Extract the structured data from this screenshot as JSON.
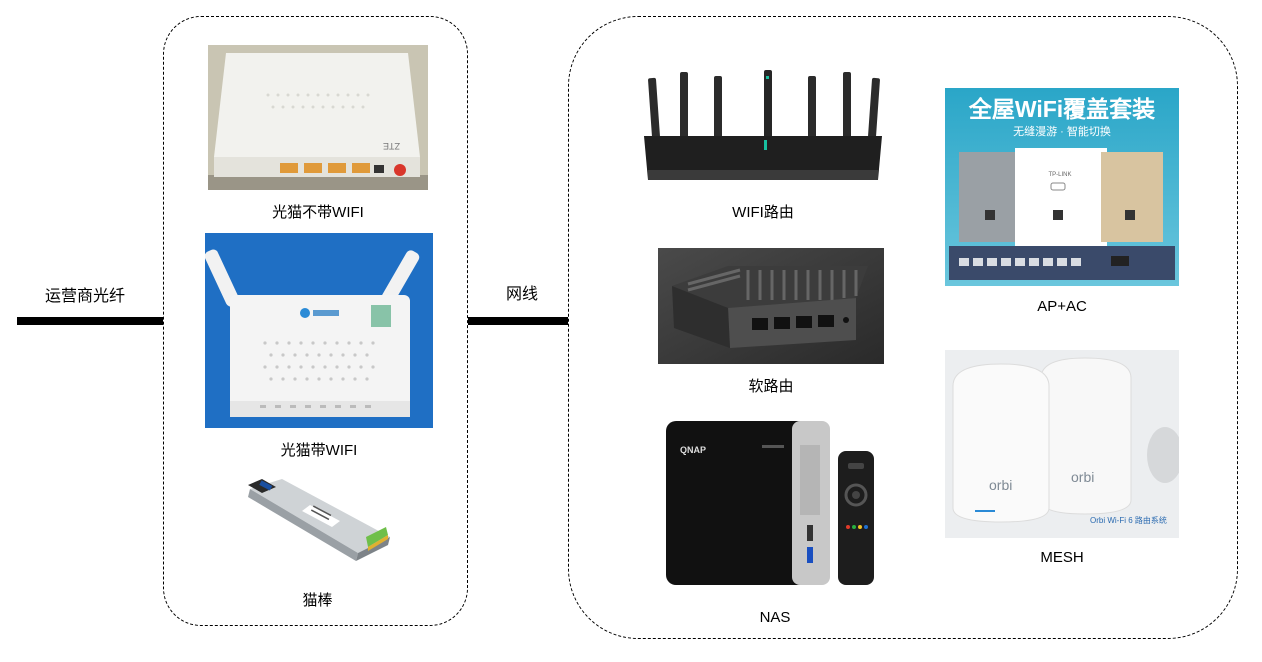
{
  "left_labels": {
    "fiber": "运营商光纤",
    "cable": "网线"
  },
  "modem_group": {
    "items": [
      {
        "label": "光猫不带WIFI",
        "icon": "onu-modem-image",
        "brand": "ZTE"
      },
      {
        "label": "光猫带WIFI",
        "icon": "onu-wifi-modem-image"
      },
      {
        "label": "猫棒",
        "icon": "sfp-stick-image"
      }
    ]
  },
  "router_group": {
    "items": [
      {
        "label": "WIFI路由",
        "icon": "wifi-router-image"
      },
      {
        "label": "软路由",
        "icon": "soft-router-image"
      },
      {
        "label": "NAS",
        "icon": "nas-image",
        "brand": "QNAP"
      },
      {
        "label": "AP+AC",
        "icon": "ap-ac-kit-image"
      },
      {
        "label": "MESH",
        "icon": "mesh-image",
        "brand": "orbi"
      }
    ],
    "ap_banner": {
      "title": "全屋WiFi覆盖套装",
      "subtitle": "无缝漫游 · 智能切换",
      "device_brand": "TP-LINK"
    },
    "mesh_caption": "Orbi Wi-Fi 6 路由系统"
  },
  "colors": {
    "line": "#000000",
    "ap_title": "#ffffff",
    "ap_bg": "#2aa6c8",
    "photo_bg": "#1f6fc4"
  }
}
